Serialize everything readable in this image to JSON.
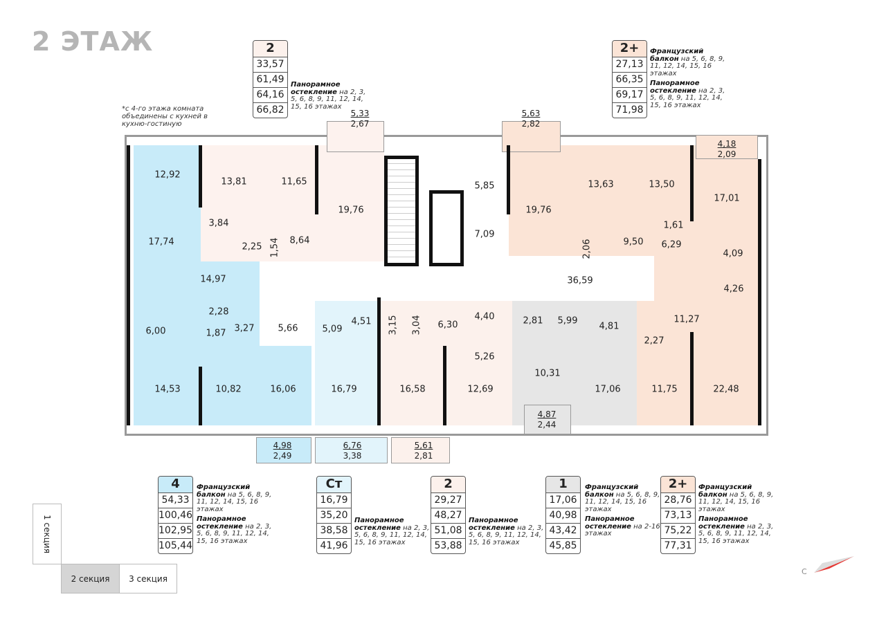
{
  "title": "2 ЭТАЖ",
  "note": "*с 4-го этажа комната объединены с кухней в кухню-гостиную",
  "legends": [
    {
      "type": "2",
      "areas": [
        "33,57",
        "61,49",
        "64,16",
        "66,82"
      ],
      "french_bold": "",
      "french_rest": "",
      "pano_bold": "Панорамное остекление",
      "pano_rest": " на 2, 3, 5, 6, 8, 9, 11, 12, 14, 15, 16 этажах"
    },
    {
      "type": "2+",
      "areas": [
        "27,13",
        "66,35",
        "69,17",
        "71,98"
      ],
      "french_bold": "Французский балкон",
      "french_rest": " на 5, 6, 8, 9, 11, 12, 14, 15, 16 этажах",
      "pano_bold": "Панорамное остекление",
      "pano_rest": " на 2, 3, 5, 6, 8, 9, 11, 12, 14, 15, 16 этажах"
    },
    {
      "type": "4",
      "areas": [
        "54,33",
        "100,46",
        "102,95",
        "105,44"
      ],
      "french_bold": "Французский балкон",
      "french_rest": " на 5, 6, 8, 9, 11, 12, 14, 15, 16 этажах",
      "pano_bold": "Панорамное остекление",
      "pano_rest": " на 2, 3, 5, 6, 8, 9, 11, 12, 14, 15, 16 этажах"
    },
    {
      "type": "Ст",
      "areas": [
        "16,79",
        "35,20",
        "38,58",
        "41,96"
      ],
      "french_bold": "",
      "french_rest": "",
      "pano_bold": "Панорамное остекление",
      "pano_rest": " на 2, 3, 5, 6, 8, 9, 11, 12, 14, 15, 16 этажах"
    },
    {
      "type": "2",
      "areas": [
        "29,27",
        "48,27",
        "51,08",
        "53,88"
      ],
      "french_bold": "",
      "french_rest": "",
      "pano_bold": "Панорамное остекление",
      "pano_rest": " на 2, 3, 5, 6, 8, 9, 11, 12, 14, 15, 16 этажах"
    },
    {
      "type": "1",
      "areas": [
        "17,06",
        "40,98",
        "43,42",
        "45,85"
      ],
      "french_bold": "Французский балкон",
      "french_rest": " на 5, 6, 8, 9, 11, 12, 14, 15, 16 этажах",
      "pano_bold": "Панорамное остекление",
      "pano_rest": " на 2-16 этажах"
    },
    {
      "type": "2+",
      "areas": [
        "28,76",
        "73,13",
        "75,22",
        "77,31"
      ],
      "french_bold": "Французский балкон",
      "french_rest": " на 5, 6, 8, 9, 11, 12, 14, 15, 16 этажах",
      "pano_bold": "Панорамное остекление",
      "pano_rest": " на 2, 3, 5, 6, 8, 9, 11, 12, 14, 15, 16 этажах"
    }
  ],
  "colors": {
    "four": "#c8ebf9",
    "studio": "#e2f4fb",
    "two": "#fcf1ec",
    "twoplus": "#fbe4d6",
    "one": "#e6e6e6"
  },
  "rooms": [
    "12,92",
    "13,81",
    "11,65",
    "19,76",
    "17,74",
    "3,84",
    "2,25",
    "1,54",
    "8,64",
    "14,97",
    "5,85",
    "7,09",
    "19,76",
    "13,63",
    "13,50",
    "17,01",
    "1,61",
    "9,50",
    "2,06",
    "6,29",
    "4,09",
    "36,59",
    "4,26",
    "2,28",
    "3,27",
    "5,66",
    "5,09",
    "4,51",
    "3,15",
    "3,04",
    "6,30",
    "4,40",
    "2,81",
    "5,99",
    "4,81",
    "11,27",
    "6,00",
    "1,87",
    "2,27",
    "5,26",
    "10,31",
    "14,53",
    "10,82",
    "16,06",
    "16,79",
    "16,58",
    "12,69",
    "17,06",
    "11,75",
    "22,48"
  ],
  "balconies": [
    [
      "5,33",
      "2,67"
    ],
    [
      "5,63",
      "2,82"
    ],
    [
      "4,18",
      "2,09"
    ],
    [
      "4,87",
      "2,44"
    ],
    [
      "4,98",
      "2,49"
    ],
    [
      "6,76",
      "3,38"
    ],
    [
      "5,61",
      "2,81"
    ]
  ],
  "sections": [
    "1 секция",
    "2 секция",
    "3 секция"
  ],
  "compass": "С"
}
